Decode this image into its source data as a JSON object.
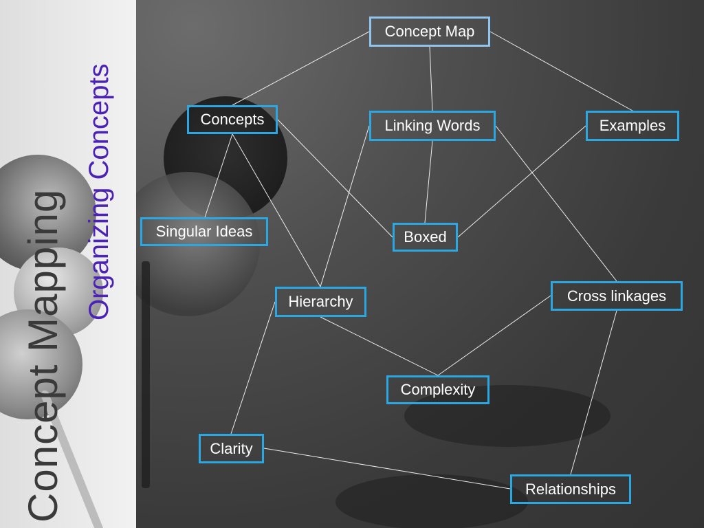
{
  "slide": {
    "title": "Concept Mapping",
    "subtitle": "Organizing Concepts"
  },
  "diagram": {
    "nodes": [
      {
        "id": "concept-map",
        "label": "Concept Map"
      },
      {
        "id": "concepts",
        "label": "Concepts"
      },
      {
        "id": "linking-words",
        "label": "Linking Words"
      },
      {
        "id": "examples",
        "label": "Examples"
      },
      {
        "id": "singular-ideas",
        "label": "Singular Ideas"
      },
      {
        "id": "boxed",
        "label": "Boxed"
      },
      {
        "id": "hierarchy",
        "label": "Hierarchy"
      },
      {
        "id": "cross-linkages",
        "label": "Cross linkages"
      },
      {
        "id": "complexity",
        "label": "Complexity"
      },
      {
        "id": "clarity",
        "label": "Clarity"
      },
      {
        "id": "relationships",
        "label": "Relationships"
      }
    ],
    "edges": [
      [
        "concept-map",
        "concepts"
      ],
      [
        "concept-map",
        "linking-words"
      ],
      [
        "concept-map",
        "examples"
      ],
      [
        "concepts",
        "singular-ideas"
      ],
      [
        "concepts",
        "hierarchy"
      ],
      [
        "concepts",
        "boxed"
      ],
      [
        "linking-words",
        "boxed"
      ],
      [
        "linking-words",
        "hierarchy"
      ],
      [
        "linking-words",
        "cross-linkages"
      ],
      [
        "examples",
        "boxed"
      ],
      [
        "hierarchy",
        "complexity"
      ],
      [
        "hierarchy",
        "clarity"
      ],
      [
        "cross-linkages",
        "complexity"
      ],
      [
        "cross-linkages",
        "relationships"
      ],
      [
        "clarity",
        "relationships"
      ]
    ]
  },
  "colors": {
    "box_border": "#2aa8e4",
    "root_border": "#8fc5ee",
    "line": "#ffffff",
    "subtitle": "#4b22b5",
    "title": "#3a3a3a"
  }
}
